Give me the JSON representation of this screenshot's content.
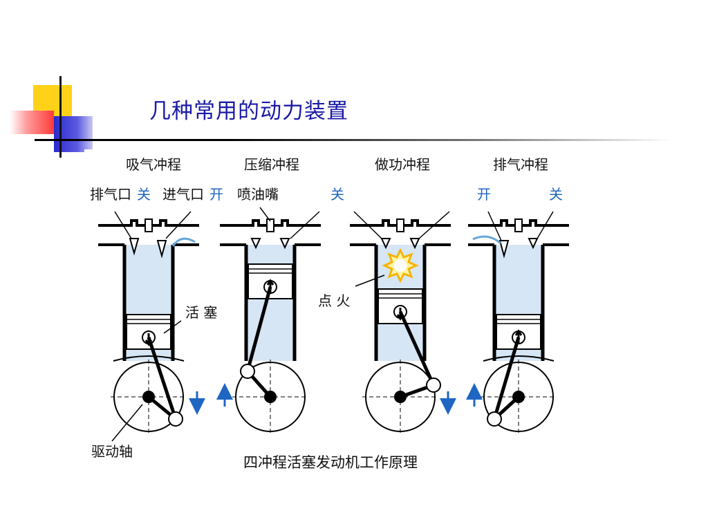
{
  "slide": {
    "title": "几种常用的动力装置"
  },
  "diagram": {
    "strokes": [
      {
        "name": "吸气冲程",
        "exhaust_state": "关",
        "intake_state": "开",
        "piston_direction": "down"
      },
      {
        "name": "压缩冲程",
        "exhaust_state": "",
        "intake_state": "关",
        "piston_direction": "up"
      },
      {
        "name": "做功冲程",
        "exhaust_state": "",
        "intake_state": "",
        "piston_direction": "down"
      },
      {
        "name": "排气冲程",
        "exhaust_state": "开",
        "intake_state": "关",
        "piston_direction": "up"
      }
    ],
    "labels": {
      "exhaust_port": "排气口",
      "intake_port": "进气口",
      "injector": "喷油嘴",
      "piston": "活 塞",
      "ignition": "点 火",
      "crankshaft": "驱动轴"
    },
    "caption": "四冲程活塞发动机工作原理",
    "colors": {
      "title_text": "#1a1aa6",
      "state_text": "#1f66c2",
      "cylinder_fill": "#d6e6f5",
      "flame": "#f5b400",
      "deco_yellow": "#ffd21a",
      "deco_red": "#ff5a5a",
      "deco_blue": "#2a2acc"
    }
  }
}
